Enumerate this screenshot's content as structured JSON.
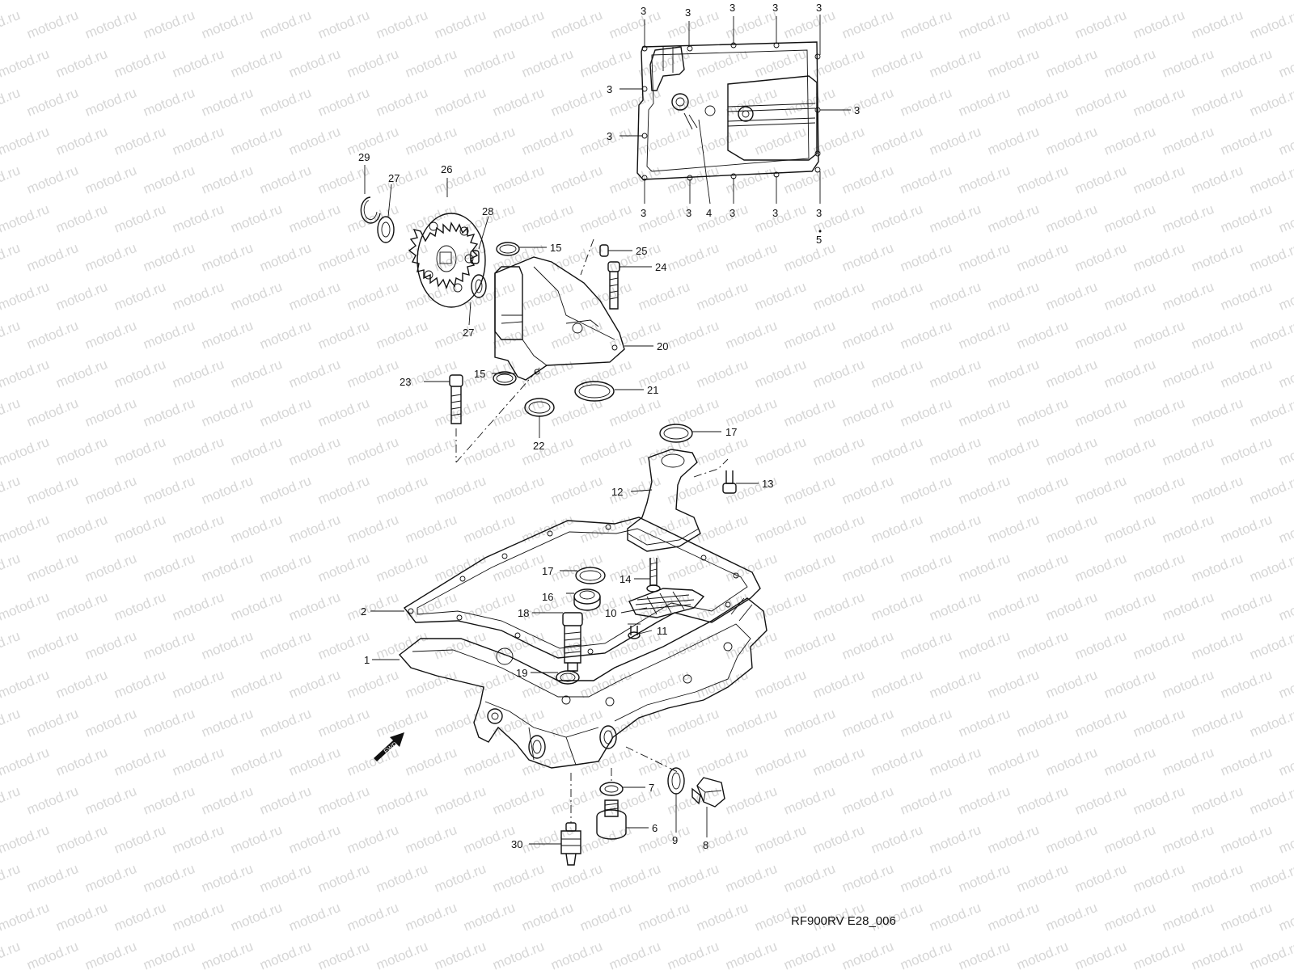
{
  "watermark": "motod.ru",
  "drawing_code": "RF900RV E28_006",
  "fwd_label": "FWD",
  "callouts": [
    "1",
    "2",
    "3",
    "4",
    "5",
    "6",
    "7",
    "8",
    "9",
    "10",
    "11",
    "12",
    "13",
    "14",
    "15",
    "16",
    "17",
    "18",
    "19",
    "20",
    "21",
    "22",
    "23",
    "24",
    "25",
    "26",
    "27",
    "28",
    "29",
    "30"
  ]
}
